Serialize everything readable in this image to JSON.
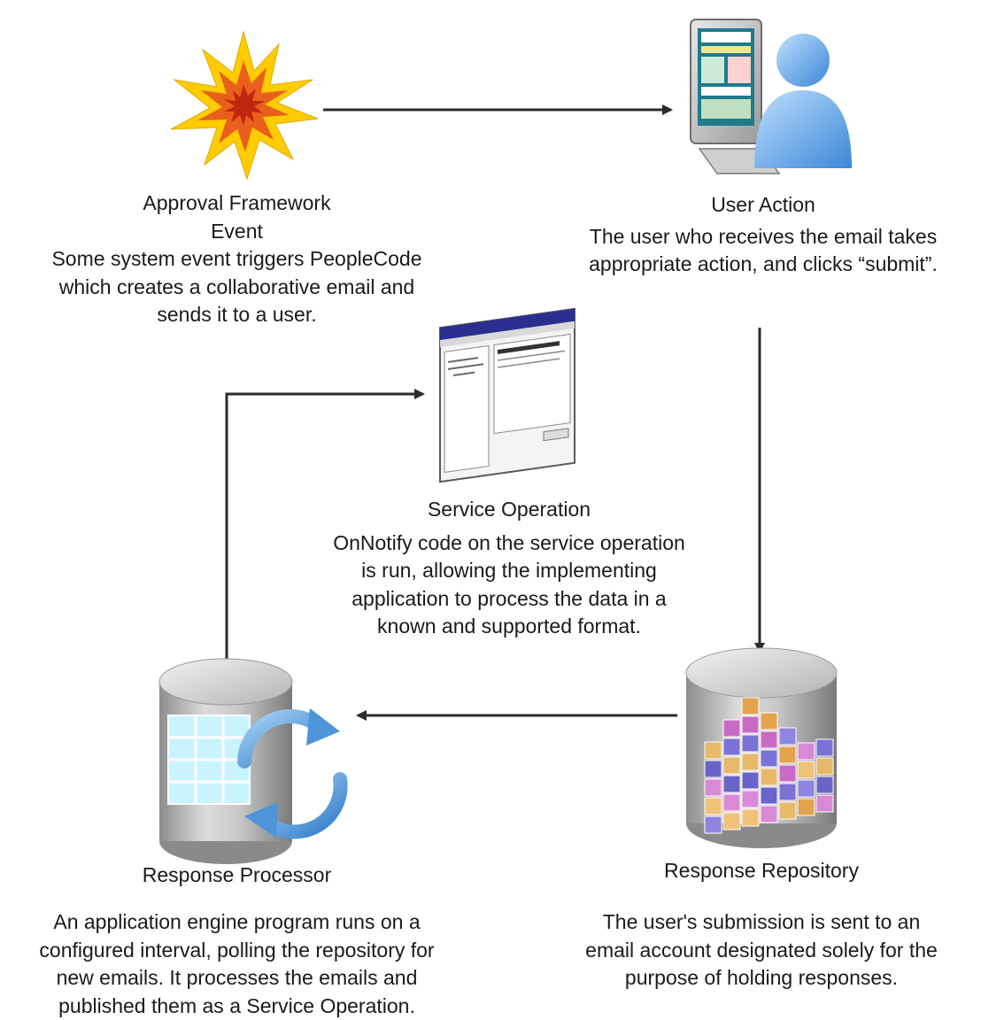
{
  "nodes": {
    "approval_event": {
      "title_lines": [
        "Approval Framework",
        "Event"
      ],
      "description_lines": [
        "Some system event triggers PeopleCode",
        "which creates a collaborative email and",
        "sends it to a user."
      ],
      "icon": "starburst-icon"
    },
    "user_action": {
      "title_lines": [
        "User Action"
      ],
      "description_lines": [
        "The user who receives the email takes",
        "appropriate action, and clicks “submit”."
      ],
      "icon": "user-at-computer-icon"
    },
    "service_operation": {
      "title_lines": [
        "Service Operation"
      ],
      "description_lines": [
        "OnNotify code on the service operation",
        "is run, allowing the implementing",
        "application to process the data in a",
        "known and supported format."
      ],
      "icon": "application-window-icon"
    },
    "response_processor": {
      "title_lines": [
        "Response Processor"
      ],
      "description_lines": [
        "An application engine program runs on a",
        "configured interval, polling the repository for",
        "new emails. It processes the emails and",
        "published them as a Service Operation."
      ],
      "icon": "database-with-refresh-icon"
    },
    "response_repository": {
      "title_lines": [
        "Response Repository"
      ],
      "description_lines": [
        "The user's submission is sent to an",
        "email account designated solely for the",
        "purpose of holding responses."
      ],
      "icon": "database-with-cubes-icon"
    }
  },
  "colors": {
    "arrow": "#2b2b2b",
    "burst_outer": "#ffcc00",
    "burst_inner": "#e8601c",
    "burst_core": "#c0260e",
    "cylinder": "#bdbdbd",
    "refresh_arrows": "#5b9bd5",
    "window_titlebar": "#2a2f8f"
  }
}
